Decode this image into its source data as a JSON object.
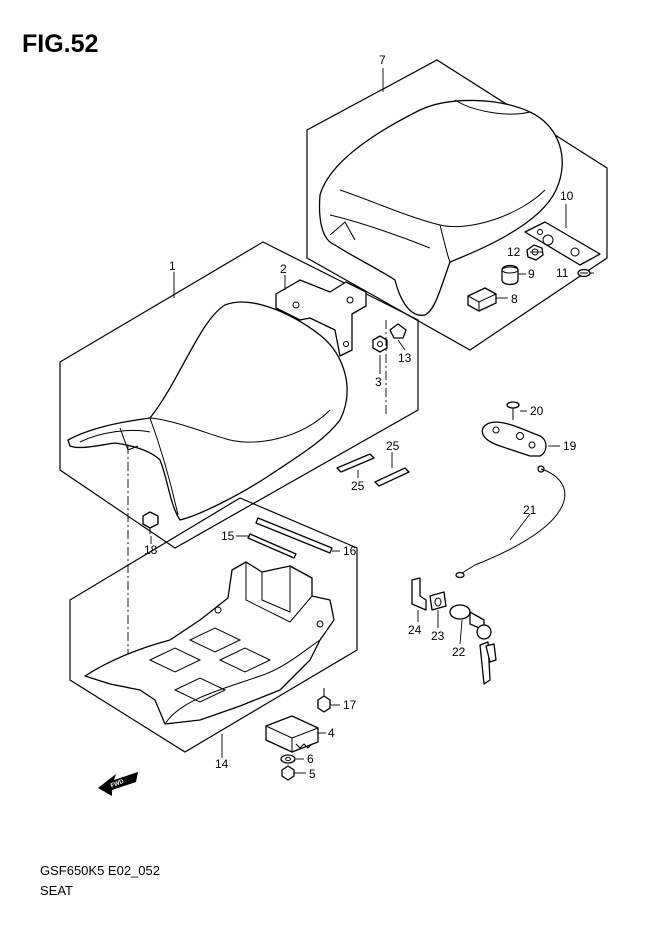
{
  "figure": {
    "title": "FIG.52"
  },
  "footer": {
    "model_code": "GSF650K5 E02_052",
    "section_name": "SEAT"
  },
  "fwd_mark": {
    "label": "FWD",
    "icon": "fwd-arrow-icon"
  },
  "callouts": [
    {
      "id": "c1",
      "label": "1"
    },
    {
      "id": "c2",
      "label": "2"
    },
    {
      "id": "c3",
      "label": "3"
    },
    {
      "id": "c4",
      "label": "4"
    },
    {
      "id": "c5",
      "label": "5"
    },
    {
      "id": "c6",
      "label": "6"
    },
    {
      "id": "c7",
      "label": "7"
    },
    {
      "id": "c8",
      "label": "8"
    },
    {
      "id": "c9",
      "label": "9"
    },
    {
      "id": "c10",
      "label": "10"
    },
    {
      "id": "c11",
      "label": "11"
    },
    {
      "id": "c12",
      "label": "12"
    },
    {
      "id": "c13",
      "label": "13"
    },
    {
      "id": "c14",
      "label": "14"
    },
    {
      "id": "c15",
      "label": "15"
    },
    {
      "id": "c16",
      "label": "16"
    },
    {
      "id": "c17",
      "label": "17"
    },
    {
      "id": "c18",
      "label": "18"
    },
    {
      "id": "c19",
      "label": "19"
    },
    {
      "id": "c20",
      "label": "20"
    },
    {
      "id": "c21",
      "label": "21"
    },
    {
      "id": "c22",
      "label": "22"
    },
    {
      "id": "c23",
      "label": "23"
    },
    {
      "id": "c24",
      "label": "24"
    },
    {
      "id": "c25a",
      "label": "25"
    },
    {
      "id": "c25b",
      "label": "25"
    }
  ]
}
